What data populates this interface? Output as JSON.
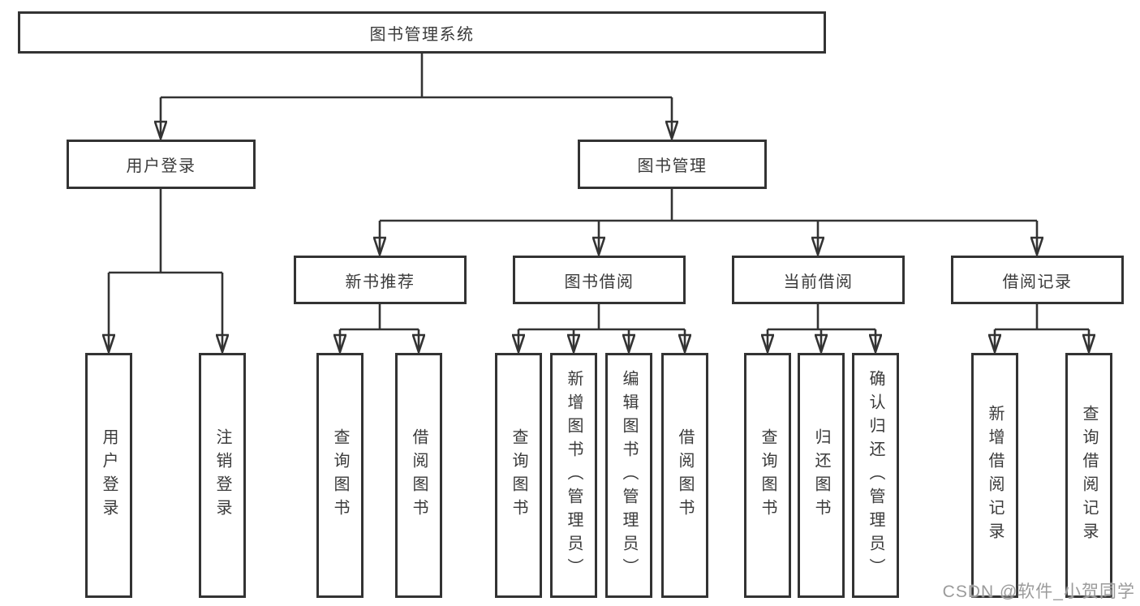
{
  "diagram": {
    "root": {
      "label": "图书管理系统"
    },
    "level2": [
      {
        "label": "用户登录",
        "children": [
          {
            "label": "用户登录"
          },
          {
            "label": "注销登录"
          }
        ]
      },
      {
        "label": "图书管理",
        "children": [
          {
            "label": "新书推荐",
            "children": [
              {
                "label": "查询图书"
              },
              {
                "label": "借阅图书"
              }
            ]
          },
          {
            "label": "图书借阅",
            "children": [
              {
                "label": "查询图书"
              },
              {
                "label": "新增图书（管理员）"
              },
              {
                "label": "编辑图书（管理员）"
              },
              {
                "label": "借阅图书"
              }
            ]
          },
          {
            "label": "当前借阅",
            "children": [
              {
                "label": "查询图书"
              },
              {
                "label": "归还图书"
              },
              {
                "label": "确认归还（管理员）"
              }
            ]
          },
          {
            "label": "借阅记录",
            "children": [
              {
                "label": "新增借阅记录"
              },
              {
                "label": "查询借阅记录"
              }
            ]
          }
        ]
      }
    ]
  },
  "watermark": {
    "text": "CSDN @软件_小贺同学"
  },
  "colors": {
    "line": "#333333",
    "box_border": "#333333",
    "text": "#3a3a3a",
    "background": "#ffffff",
    "watermark": "#9b9b9b"
  }
}
